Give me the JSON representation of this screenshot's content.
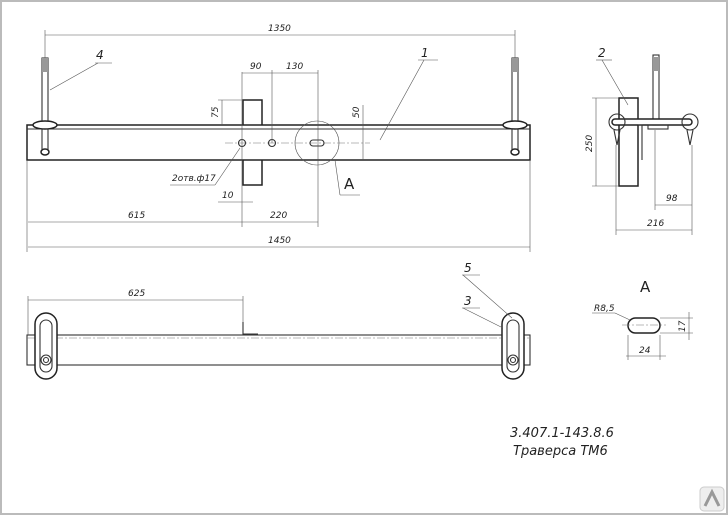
{
  "front_view": {
    "dim_total_rods": "1350",
    "dim_total_length": "1450",
    "dim_615": "615",
    "dim_220": "220",
    "dim_90": "90",
    "dim_130": "130",
    "dim_75": "75",
    "dim_50": "50",
    "dim_10": "10",
    "holes_note": "2отв.ф17",
    "detail_label": "А",
    "part_1": "1",
    "part_4": "4"
  },
  "side_view": {
    "part_2": "2",
    "dim_250": "250",
    "dim_98": "98",
    "dim_216": "216"
  },
  "top_view": {
    "dim_625": "625",
    "part_5": "5",
    "part_3": "3"
  },
  "detail_a": {
    "title": "А",
    "radius": "R8,5",
    "dim_17": "17",
    "dim_24": "24"
  },
  "title_block": {
    "code": "3.407.1-143.8.6",
    "name": "Траверса ТМ6"
  },
  "colors": {
    "line": "#333333",
    "frame": "#bbbbbb"
  }
}
